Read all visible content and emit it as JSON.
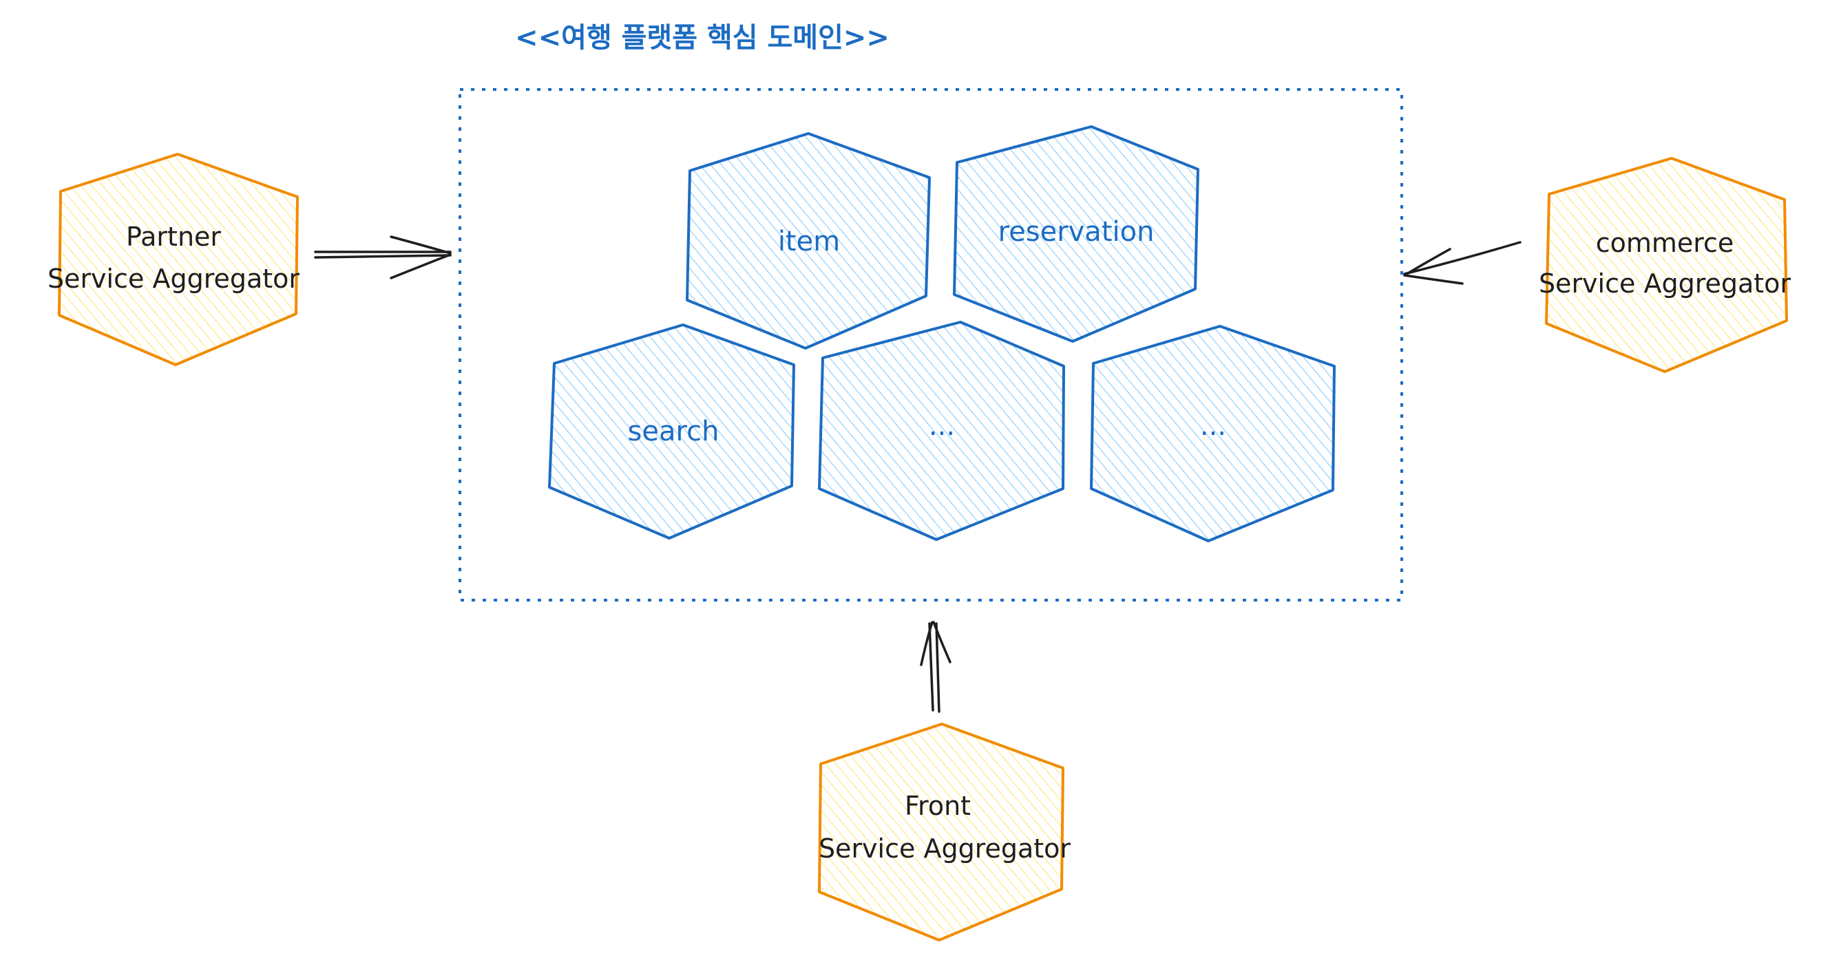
{
  "title": "<<여행 플랫폼 핵심 도메인>>",
  "domains": [
    {
      "id": "item",
      "label": "item"
    },
    {
      "id": "reservation",
      "label": "reservation"
    },
    {
      "id": "search",
      "label": "search"
    },
    {
      "id": "other-1",
      "label": "..."
    },
    {
      "id": "other-2",
      "label": "..."
    }
  ],
  "aggregators": [
    {
      "id": "partner",
      "line1": "Partner",
      "line2": "Service Aggregator"
    },
    {
      "id": "commerce",
      "line1": "commerce",
      "line2": "Service Aggregator"
    },
    {
      "id": "front",
      "line1": "Front",
      "line2": "Service Aggregator"
    }
  ],
  "colors": {
    "domain_stroke": "#1c6cc2",
    "domain_fill": "#a5d8ff",
    "domain_text": "#1c6cc2",
    "aggregator_stroke": "#f08c00",
    "aggregator_fill": "#ffec99",
    "aggregator_text": "#1e1e1e",
    "boundary": "#1c6cc2",
    "arrow": "#1e1e1e"
  }
}
